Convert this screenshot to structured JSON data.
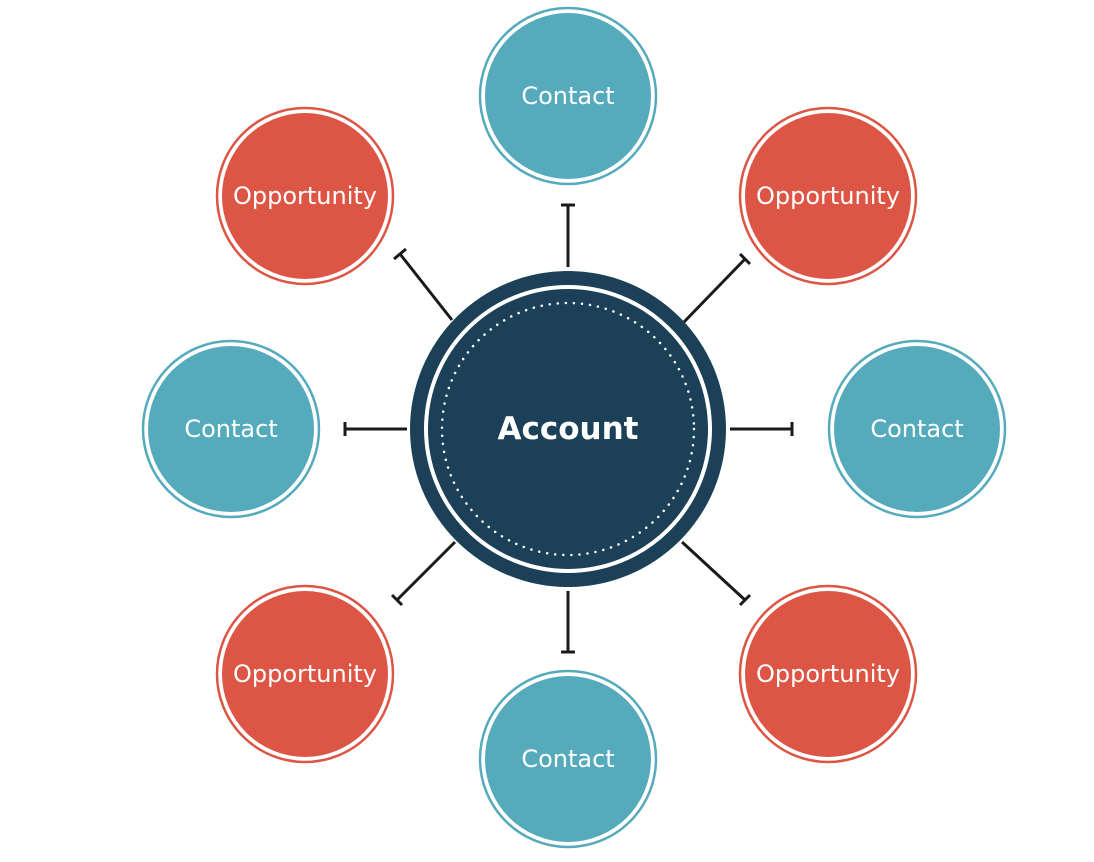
{
  "diagram": {
    "center": {
      "label": "Account",
      "fill_color": "#1c4057",
      "ring_color": "#ffffff"
    },
    "nodes": [
      {
        "id": "top",
        "label": "Contact",
        "kind": "contact"
      },
      {
        "id": "top-right",
        "label": "Opportunity",
        "kind": "opportunity"
      },
      {
        "id": "right",
        "label": "Contact",
        "kind": "contact"
      },
      {
        "id": "bottom-right",
        "label": "Opportunity",
        "kind": "opportunity"
      },
      {
        "id": "bottom",
        "label": "Contact",
        "kind": "contact"
      },
      {
        "id": "bottom-left",
        "label": "Opportunity",
        "kind": "opportunity"
      },
      {
        "id": "left",
        "label": "Contact",
        "kind": "contact"
      },
      {
        "id": "top-left",
        "label": "Opportunity",
        "kind": "opportunity"
      }
    ],
    "colors": {
      "contact": "#55aabc",
      "opportunity": "#dd5545",
      "connector": "#1a1a1a"
    }
  }
}
